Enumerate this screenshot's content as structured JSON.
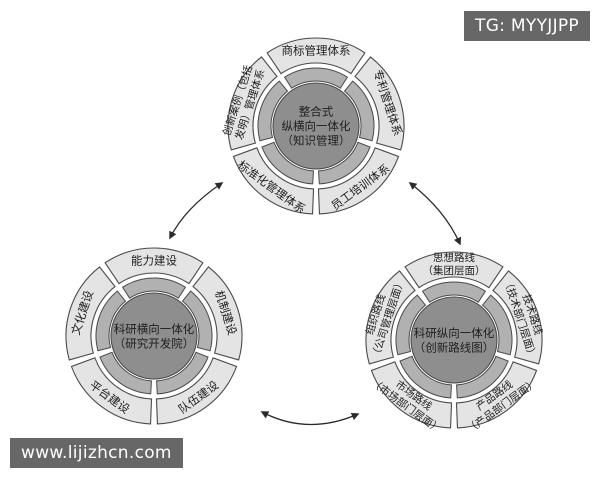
{
  "watermarks": {
    "top_right": "TG: MYYJJPP",
    "bottom_left": "www.lijizhcn.com"
  },
  "colors": {
    "outer_segment": "#e4e4e4",
    "inner_segment": "#b1b1b1",
    "center": "#8e8e8e",
    "stroke": "#4a4a4a",
    "text": "#1e1e1e"
  },
  "circles": {
    "top": {
      "center_lines": [
        "整合式",
        "纵横向一体化",
        "（知识管理）"
      ],
      "segments": [
        {
          "lines": [
            "商标管理体系"
          ]
        },
        {
          "lines": [
            "专利管理体系"
          ]
        },
        {
          "lines": [
            "员工培训体系"
          ]
        },
        {
          "lines": [
            "标准化管理体系"
          ]
        },
        {
          "lines": [
            "创新案例（包括",
            "发明）管理体系"
          ]
        }
      ]
    },
    "left": {
      "center_lines": [
        "科研横向一体化",
        "（研究开发院）"
      ],
      "segments": [
        {
          "lines": [
            "能力建设"
          ]
        },
        {
          "lines": [
            "机制建设"
          ]
        },
        {
          "lines": [
            "队伍建设"
          ]
        },
        {
          "lines": [
            "平台建设"
          ]
        },
        {
          "lines": [
            "文化建设"
          ]
        }
      ]
    },
    "right": {
      "center_lines": [
        "科研纵向一体化",
        "（创新路线图）"
      ],
      "segments": [
        {
          "lines": [
            "思想路线",
            "（集团层面）"
          ]
        },
        {
          "lines": [
            "技术路线",
            "（技术部门层面）"
          ]
        },
        {
          "lines": [
            "产品路线",
            "（产品部门层面）"
          ]
        },
        {
          "lines": [
            "市场路线",
            "（市场部门层面）"
          ]
        },
        {
          "lines": [
            "组织路线",
            "（公司管理层面）"
          ]
        }
      ]
    }
  }
}
